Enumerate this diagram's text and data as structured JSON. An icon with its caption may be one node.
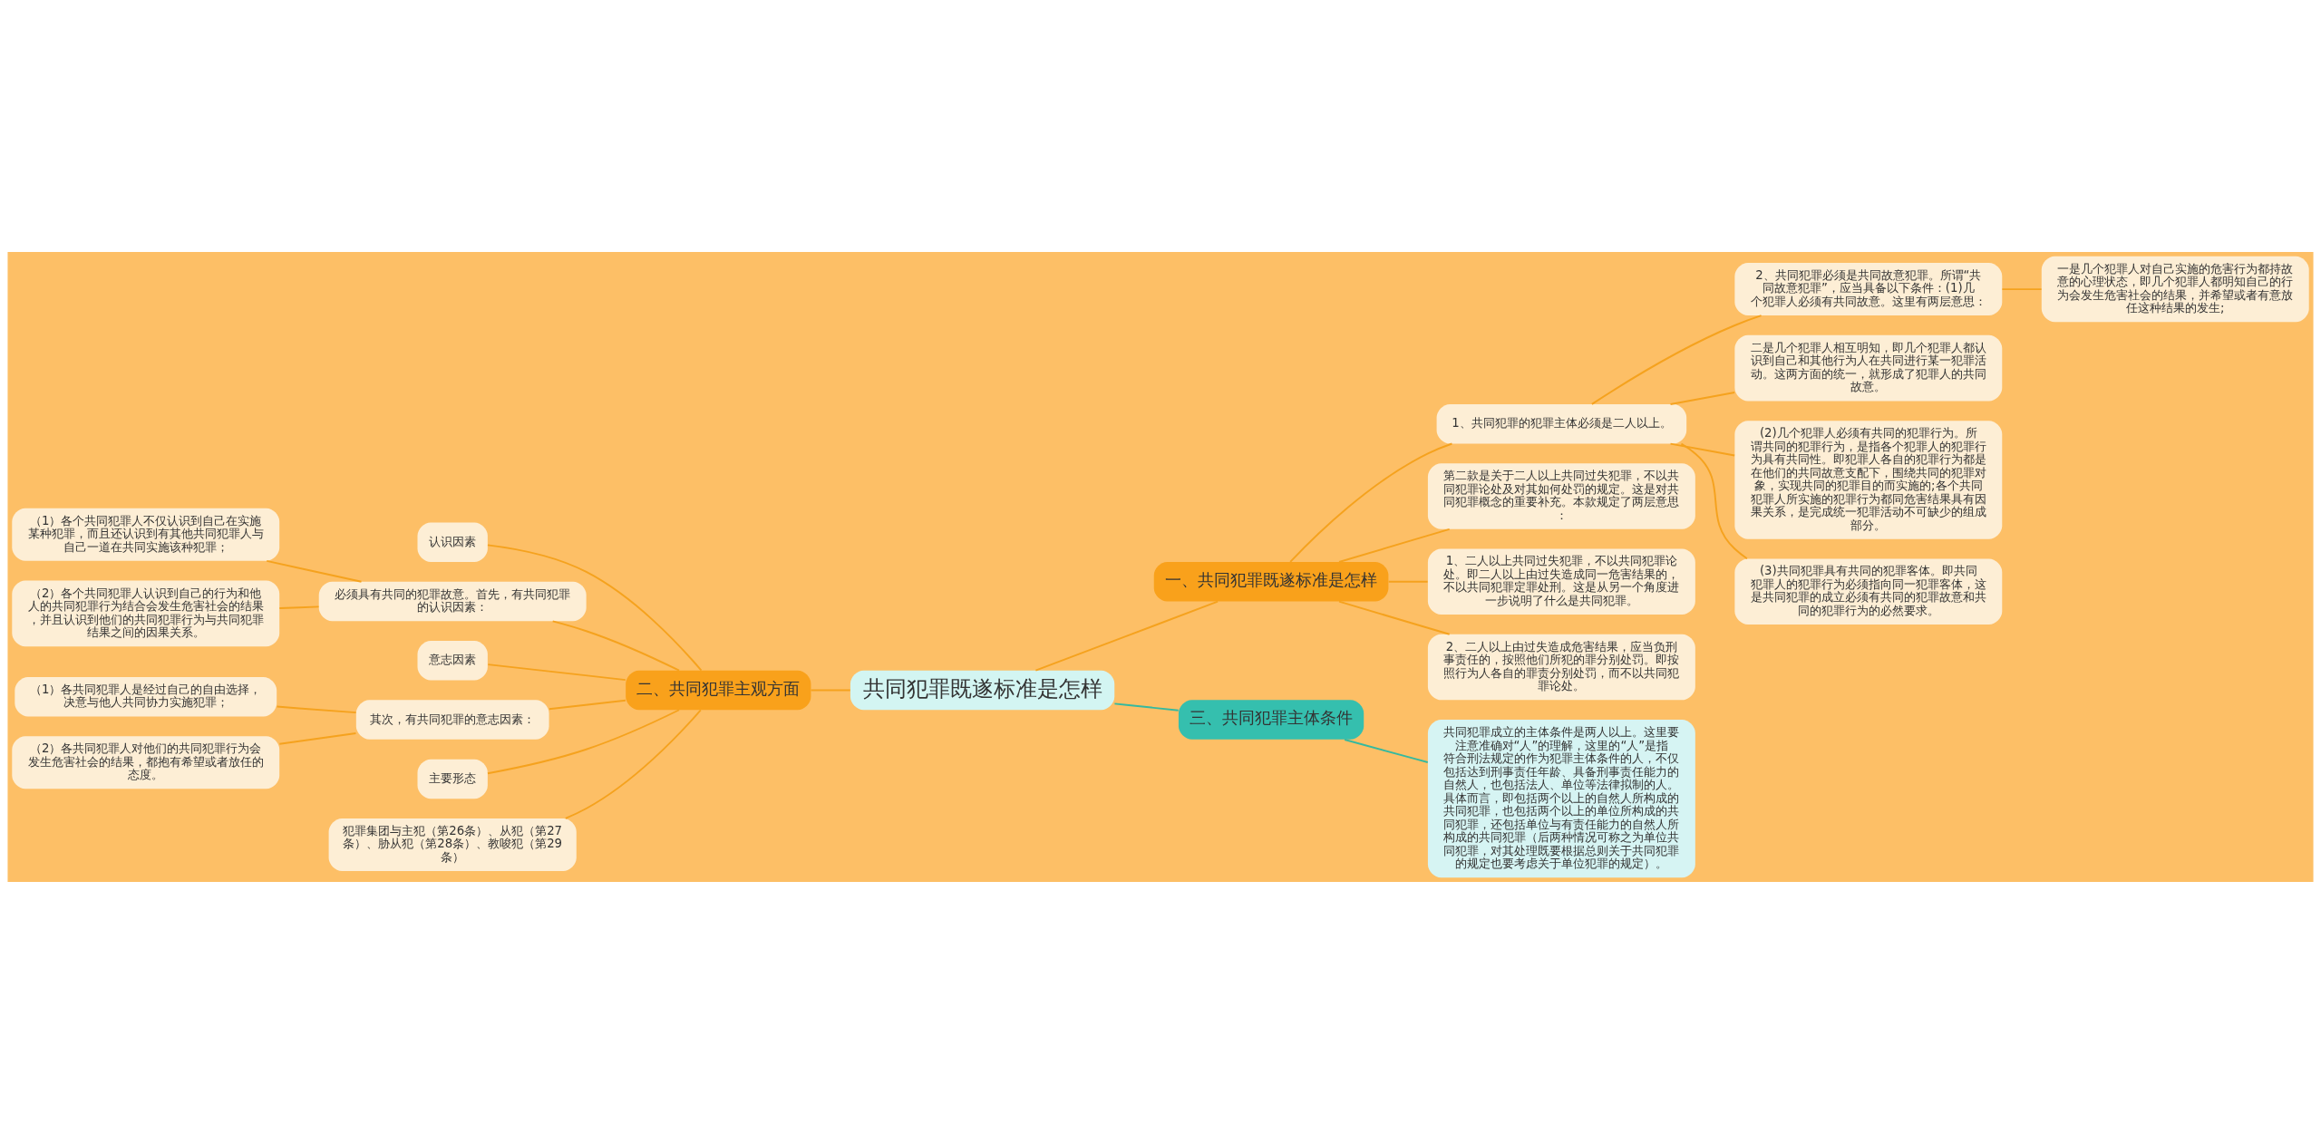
{
  "diagram": {
    "nodes": [
      {
        "text": [
          "共同犯罪既遂标准是怎样"
        ]
      },
      {
        "text": [
          "一、共同犯罪既遂标准是怎样"
        ]
      },
      {
        "text": [
          "1、共同犯罪的犯罪主体必须是二人以上。"
        ]
      },
      {
        "text": [
          "2、共同犯罪必须是共同故意犯罪。所谓“共同故意犯罪”，应当具备以下条件：(1)几个犯罪人必须有共同故意。这里有两层意思："
        ]
      },
      {
        "text": [
          "一是几个犯罪人对自己实施的危害行为都持故意的心理状态，即几个犯罪人都明知自己的行为会发生危害社会的结果，并希望或者有意放任这种结果的发生;"
        ]
      },
      {
        "text": [
          "二是几个犯罪人相互明知，即几个犯罪人都认识到自己和其他行为人在共同进行某一犯罪活动。这两方面的统一，就形成了犯罪人的共同故意。"
        ]
      },
      {
        "text": [
          "(2)几个犯罪人必须有共同的犯罪行为。所谓共同的犯罪行为，是指各个犯罪人的犯罪行为具有共同性。即犯罪人各自的犯罪行为都是在他们的共同故意支配下，围绕共同的犯罪对象，实现共同的犯罪目的而实施的;各个共同犯罪人所实施的犯罪行为都同危害结果具有因果关系，是完成统一犯罪活动不可缺少的组成部分。"
        ]
      },
      {
        "text": [
          "(3)共同犯罪具有共同的犯罪客体。即共同犯罪人的犯罪行为必须指向同一犯罪客体，这是共同犯罪的成立必须有共同的犯罪故意和共同的犯罪行为的必然要求。"
        ]
      },
      {
        "text": [
          "第二款是关于二人以上共同过失犯罪，不以共同犯罪论处及对其如何处罚的规定。这是对共同犯罪概念的重要补充。本款规定了两层意思："
        ]
      },
      {
        "text": [
          "1、二人以上共同过失犯罪，不以共同犯罪论处。即二人以上由过失造成同一危害结果的，不以共同犯罪定罪处刑。这是从另一个角度进一步说明了什么是共同犯罪。"
        ]
      },
      {
        "text": [
          "2、二人以上由过失造成危害结果，应当负刑事责任的，按照他们所犯的罪分别处罚。即按照行为人各自的罪责分别处罚，而不以共同犯罪论处。"
        ]
      },
      {
        "text": [
          "二、共同犯罪主观方面"
        ]
      },
      {
        "text": [
          "认识因素"
        ]
      },
      {
        "text": [
          "必须具有共同的犯罪故意。首先，有共同犯罪的认识因素："
        ]
      },
      {
        "text": [
          "（1）各个共同犯罪人不仅认识到自己在实施某种犯罪，而且还认识到有其他共同犯罪人与自己一道在共同实施该种犯罪；"
        ]
      },
      {
        "text": [
          "（2）各个共同犯罪人认识到自己的行为和他人的共同犯罪行为结合会发生危害社会的结果，并且认识到他们的共同犯罪行为与共同犯罪结果之间的因果关系。"
        ]
      },
      {
        "text": [
          "意志因素"
        ]
      },
      {
        "text": [
          "其次，有共同犯罪的意志因素："
        ]
      },
      {
        "text": [
          "（1）各共同犯罪人是经过自己的自由选择，决意与他人共同协力实施犯罪；"
        ]
      },
      {
        "text": [
          "（2）各共同犯罪人对他们的共同犯罪行为会发生危害社会的结果，都抱有希望或者放任的态度。"
        ]
      },
      {
        "text": [
          "主要形态"
        ]
      },
      {
        "text": [
          "犯罪集团与主犯（第26条）、从犯（第27条）、胁从犯（第28条）、教唆犯（第29条）"
        ]
      },
      {
        "text": [
          "三、共同犯罪主体条件"
        ]
      },
      {
        "text": [
          "共同犯罪成立的主体条件是两人以上。这里要注意准确对“人”的理解，这里的“人”是指符合刑法规定的作为犯罪主体条件的人，不仅包括达到刑事责任年龄、具备刑事责任能力的自然人，也包括法人、单位等法律拟制的人。具体而言，即包括两个以上的自然人所构成的共同犯罪，也包括两个以上的单位所构成的共同犯罪，还包括单位与有责任能力的自然人所构成的共同犯罪（后两种情况可称之为单位共同犯罪，对其处理既要根据总则关于共同犯罪的规定也要考虑关于单位犯罪的规定）。"
        ]
      }
    ],
    "edges": [
      {
        "from": 0,
        "to": 1,
        "arrow": "none"
      },
      {
        "from": 1,
        "to": 2,
        "arrow": "none"
      },
      {
        "from": 2,
        "to": 3,
        "arrow": "none"
      },
      {
        "from": 3,
        "to": 4,
        "arrow": "none"
      },
      {
        "from": 2,
        "to": 5,
        "arrow": "none"
      },
      {
        "from": 2,
        "to": 6,
        "arrow": "none"
      },
      {
        "from": 2,
        "to": 7,
        "arrow": "none"
      },
      {
        "from": 1,
        "to": 8,
        "arrow": "none"
      },
      {
        "from": 1,
        "to": 9,
        "arrow": "none"
      },
      {
        "from": 1,
        "to": 10,
        "arrow": "none"
      },
      {
        "from": 0,
        "to": 11,
        "arrow": "none"
      },
      {
        "from": 11,
        "to": 12,
        "arrow": "none"
      },
      {
        "from": 11,
        "to": 13,
        "arrow": "none"
      },
      {
        "from": 13,
        "to": 14,
        "arrow": "none"
      },
      {
        "from": 13,
        "to": 15,
        "arrow": "none"
      },
      {
        "from": 11,
        "to": 16,
        "arrow": "none"
      },
      {
        "from": 11,
        "to": 17,
        "arrow": "none"
      },
      {
        "from": 17,
        "to": 18,
        "arrow": "none"
      },
      {
        "from": 17,
        "to": 19,
        "arrow": "none"
      },
      {
        "from": 11,
        "to": 20,
        "arrow": "none"
      },
      {
        "from": 11,
        "to": 21,
        "arrow": "none"
      },
      {
        "from": 0,
        "to": 22,
        "arrow": "none",
        "color": "#35b99f"
      },
      {
        "from": 22,
        "to": 23,
        "arrow": "none",
        "color": "#35b99f"
      }
    ]
  }
}
